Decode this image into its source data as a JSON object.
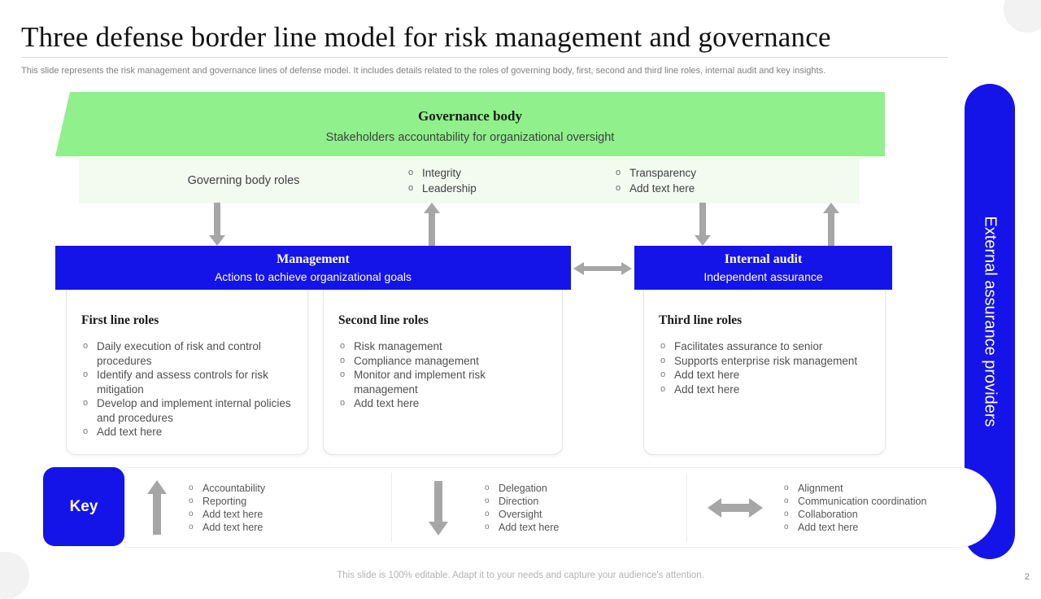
{
  "slide": {
    "title": "Three defense border line model for risk management and governance",
    "subtitle": "This slide represents the risk management and governance lines of defense model. It includes details related to the roles of governing body, first, second and third line roles, internal audit and key insights.",
    "footer_note": "This slide is 100% editable. Adapt it to your needs and capture your audience's attention.",
    "page_number": "2",
    "colors": {
      "brand_blue": "#1414e8",
      "governance_green": "#90f08c",
      "governance_roles_band": "#f3fbf1",
      "arrow_gray": "#a6a6a6",
      "body_text": "#404040"
    }
  },
  "governance": {
    "title": "Governance body",
    "subtitle": "Stakeholders accountability for organizational oversight",
    "roles_label": "Governing body roles",
    "roles_col1": [
      "Integrity",
      "Leadership"
    ],
    "roles_col2": [
      "Transparency",
      "Add text here"
    ]
  },
  "pillars": {
    "management": {
      "title": "Management",
      "subtitle": "Actions to achieve organizational goals"
    },
    "internal_audit": {
      "title": "Internal audit",
      "subtitle": "Independent assurance"
    }
  },
  "cards": [
    {
      "heading": "First line roles",
      "items": [
        "Daily execution of risk and control procedures",
        "Identify and assess controls for risk mitigation",
        "Develop and implement internal policies and procedures",
        "Add text here"
      ]
    },
    {
      "heading": "Second line roles",
      "items": [
        "Risk management",
        "Compliance management",
        "Monitor and implement risk management",
        "Add text here"
      ]
    },
    {
      "heading": "Third line roles",
      "items": [
        "Facilitates assurance to senior",
        "Supports enterprise risk management",
        "Add text here",
        "Add text here"
      ]
    }
  ],
  "external_assurance": {
    "label": "External assurance providers"
  },
  "key": {
    "label": "Key",
    "groups": [
      {
        "icon": "arrow-up-icon",
        "items": [
          "Accountability",
          "Reporting",
          "Add text here",
          "Add text here"
        ]
      },
      {
        "icon": "arrow-down-icon",
        "items": [
          "Delegation",
          "Direction",
          "Oversight",
          "Add text here"
        ]
      },
      {
        "icon": "arrow-left-right-icon",
        "items": [
          "Alignment",
          "Communication coordination",
          "Collaboration",
          "Add text here"
        ]
      }
    ]
  }
}
